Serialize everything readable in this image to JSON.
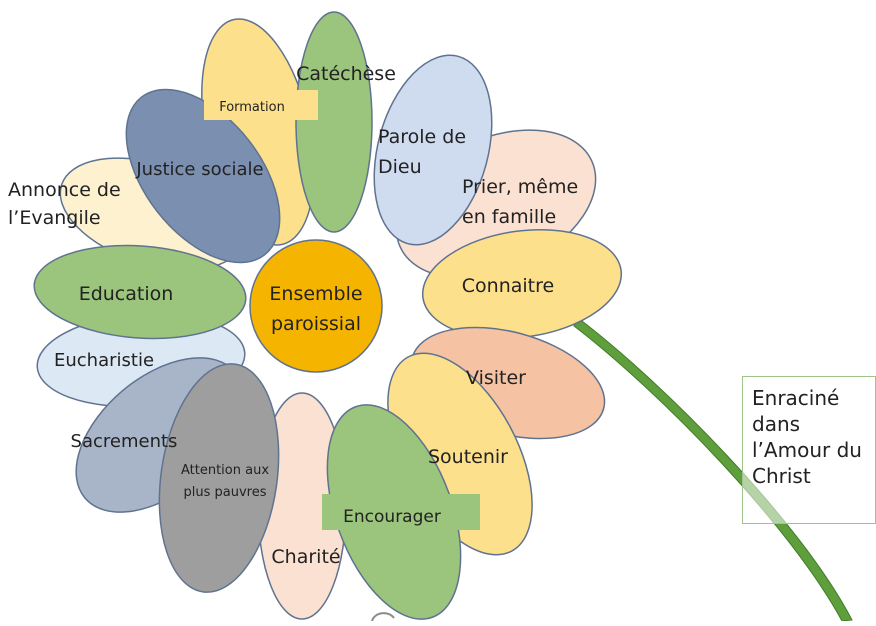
{
  "diagram": {
    "center": {
      "lines": [
        "Ensemble",
        "paroissial"
      ],
      "color": "#f5b400"
    },
    "petals": [
      {
        "id": "annonce",
        "lines": [
          "Annonce de",
          "l’Evangile"
        ],
        "color": "#fdf1cf"
      },
      {
        "id": "formation",
        "lines": [
          "Formation"
        ],
        "color": "#fde08c"
      },
      {
        "id": "justice",
        "lines": [
          "Justice sociale"
        ],
        "color": "#7b8fb0"
      },
      {
        "id": "catechese",
        "lines": [
          "Catéchèse"
        ],
        "color": "#9bc47c"
      },
      {
        "id": "parole",
        "lines": [
          "Parole de",
          "Dieu"
        ],
        "color": "#cfdcf0"
      },
      {
        "id": "prier",
        "lines": [
          "Prier, même",
          "en famille"
        ],
        "color": "#fbe1d1"
      },
      {
        "id": "connaitre",
        "lines": [
          "Connaitre"
        ],
        "color": "#fde08c"
      },
      {
        "id": "visiter",
        "lines": [
          "Visiter"
        ],
        "color": "#f5c2a3"
      },
      {
        "id": "soutenir",
        "lines": [
          "Soutenir"
        ],
        "color": "#fde08c"
      },
      {
        "id": "encourager",
        "lines": [
          "Encourager"
        ],
        "color": "#9bc47c"
      },
      {
        "id": "charite",
        "lines": [
          "Charité"
        ],
        "color": "#fbe1d1"
      },
      {
        "id": "attention",
        "lines": [
          "Attention aux",
          "plus pauvres"
        ],
        "color": "#9e9e9e"
      },
      {
        "id": "sacrements",
        "lines": [
          "Sacrements"
        ],
        "color": "#a8b4c8"
      },
      {
        "id": "eucharistie",
        "lines": [
          "Eucharistie"
        ],
        "color": "#dde8f5"
      },
      {
        "id": "education",
        "lines": [
          "Education"
        ],
        "color": "#9bc47c"
      }
    ],
    "stem_color": "#5e9e3c",
    "root_box": {
      "lines": [
        "Enraciné",
        "dans",
        "l’Amour du",
        "Christ"
      ]
    }
  }
}
